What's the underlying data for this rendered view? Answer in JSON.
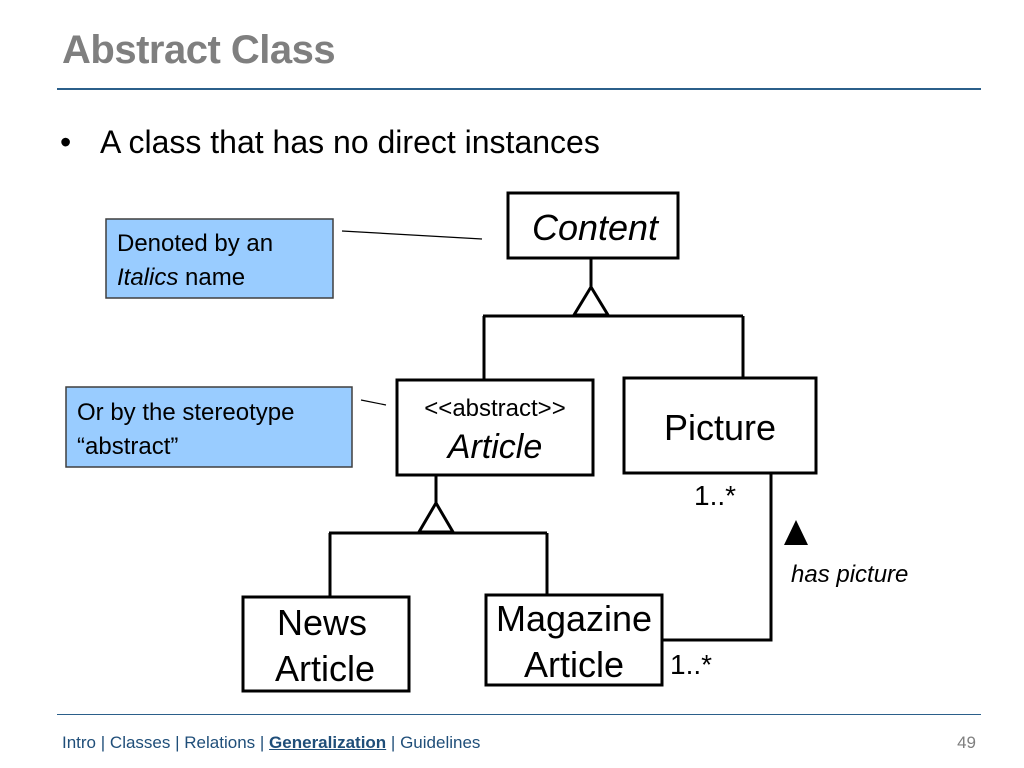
{
  "slide": {
    "title": "Abstract Class",
    "bullet": "A class that has no direct instances",
    "page_number": "49"
  },
  "diagram": {
    "classes": {
      "content": "Content",
      "abstract_stereotype": "<<abstract>>",
      "article": "Article",
      "picture": "Picture",
      "news_line1": "News",
      "news_line2": "Article",
      "magazine_line1": "Magazine",
      "magazine_line2": "Article"
    },
    "callouts": {
      "italics_line1": "Denoted by an",
      "italics_word": "Italics",
      "italics_rest": " name",
      "stereotype_line1": "Or by the stereotype",
      "stereotype_line2": "“abstract”"
    },
    "association": {
      "multiplicity_picture": "1..*",
      "multiplicity_magazine": "1..*",
      "label": "has picture"
    },
    "colors": {
      "callout_fill": "#99ccff",
      "callout_border": "#3f3f3f"
    }
  },
  "footer": {
    "nav_items": [
      "Intro",
      "Classes",
      "Relations",
      "Generalization",
      "Guidelines"
    ],
    "separator": "|",
    "active_item": "Generalization"
  }
}
